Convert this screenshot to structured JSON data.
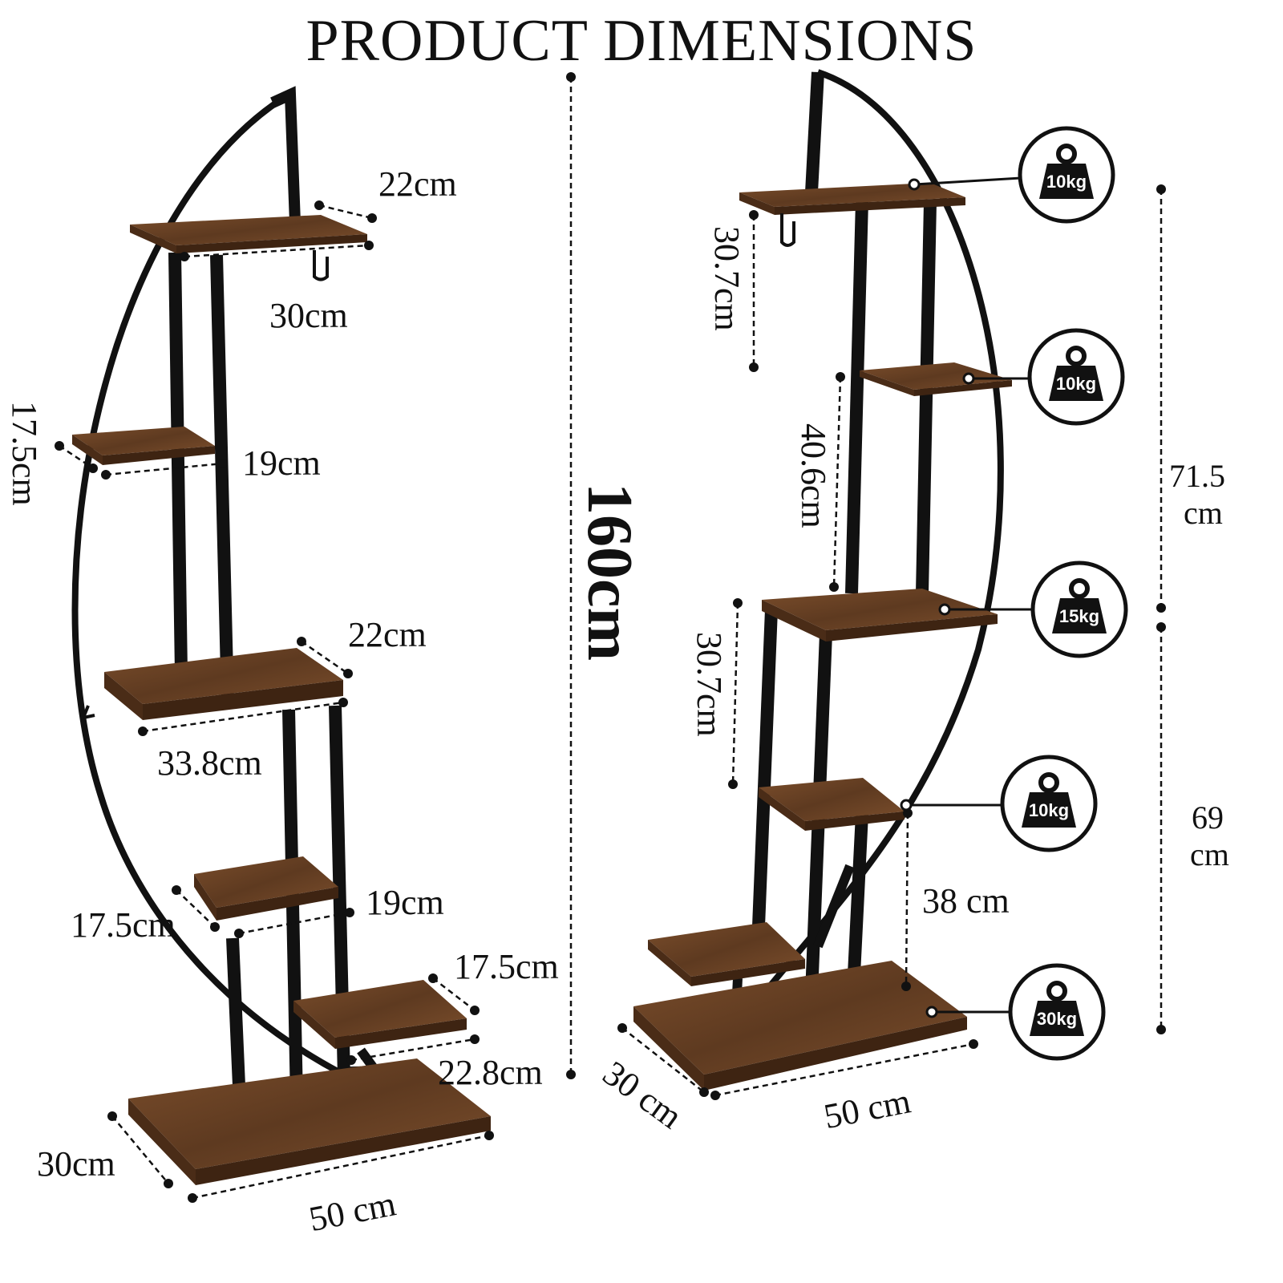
{
  "title": "PRODUCT DIMENSIONS",
  "colors": {
    "wood": "#6b4326",
    "wood_dark": "#4a2c17",
    "metal": "#111111",
    "ink": "#111111"
  },
  "left_view": {
    "height_total": "160cm",
    "top_shelf_depth": "22cm",
    "top_shelf_width": "30cm",
    "second_shelf_depth": "17.5cm",
    "second_shelf_width": "19cm",
    "third_shelf_depth": "22cm",
    "third_shelf_width": "33.8cm",
    "fourth_shelf_depth": "17.5cm",
    "fourth_shelf_width": "19cm",
    "fifth_shelf_depth": "17.5cm",
    "fifth_shelf_width": "22.8cm",
    "base_depth": "30cm",
    "base_width": "50 cm"
  },
  "right_view": {
    "gap_top": "30.7cm",
    "gap_upper": "40.6cm",
    "gap_middle": "30.7cm",
    "gap_lower": "38 cm",
    "upper_height_value": "71.5",
    "upper_height_unit": "cm",
    "lower_height_value": "69",
    "lower_height_unit": "cm",
    "base_depth": "30 cm",
    "base_width": "50 cm"
  },
  "load_badges": [
    {
      "icon": "weight-icon",
      "label": "10kg"
    },
    {
      "icon": "weight-icon",
      "label": "10kg"
    },
    {
      "icon": "weight-icon",
      "label": "15kg"
    },
    {
      "icon": "weight-icon",
      "label": "10kg"
    },
    {
      "icon": "weight-icon",
      "label": "30kg"
    }
  ]
}
